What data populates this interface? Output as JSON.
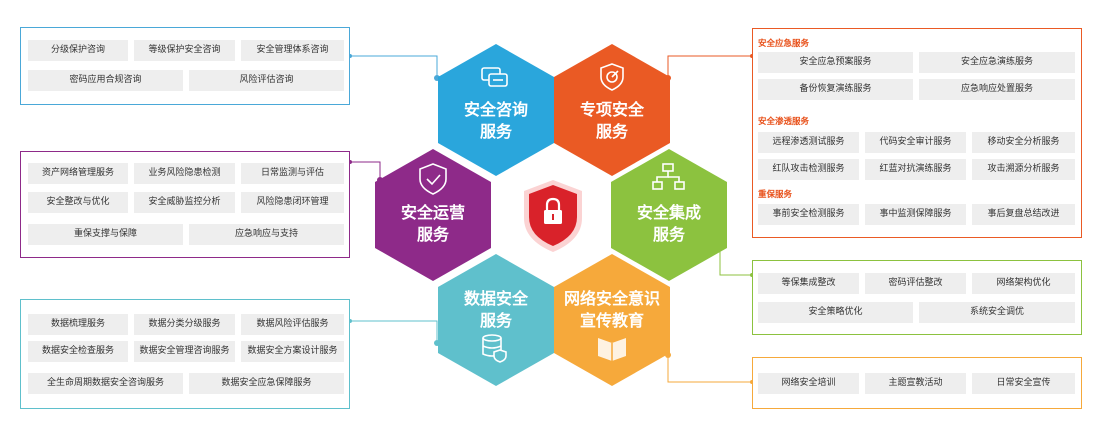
{
  "hexes": {
    "consult": {
      "line1": "安全咨询",
      "line2": "服务",
      "color": "#2aa6dc",
      "icon": "chat-bubbles-icon"
    },
    "special": {
      "line1": "专项安全",
      "line2": "服务",
      "color": "#ea5a24",
      "icon": "target-shield-icon"
    },
    "ops": {
      "line1": "安全运营",
      "line2": "服务",
      "color": "#8e2a89",
      "icon": "check-shield-icon"
    },
    "integration": {
      "line1": "安全集成",
      "line2": "服务",
      "color": "#8cc23f",
      "icon": "network-hierarchy-icon"
    },
    "data": {
      "line1": "数据安全",
      "line2": "服务",
      "color": "#5fc0cc",
      "icon": "database-shield-icon"
    },
    "awareness": {
      "line1": "网络安全意识",
      "line2": "宣传教育",
      "color": "#f6a93b",
      "icon": "book-icon"
    },
    "center": {
      "icon": "lock-shield-icon",
      "color": "#d9222a"
    }
  },
  "consult_panel": {
    "color": "#4aa8d8",
    "items": [
      "分级保护咨询",
      "等级保护安全咨询",
      "安全管理体系咨询",
      "密码应用合规咨询",
      "风险评估咨询"
    ]
  },
  "ops_panel": {
    "color": "#8e2a89",
    "items": [
      "资产网络管理服务",
      "业务风险隐患检测",
      "日常监测与评估",
      "安全整改与优化",
      "安全威胁监控分析",
      "风险隐患闭环管理",
      "重保支撑与保障",
      "应急响应与支持"
    ]
  },
  "data_panel": {
    "color": "#5fc0cc",
    "items": [
      "数据梳理服务",
      "数据分类分级服务",
      "数据风险评估服务",
      "数据安全检查服务",
      "数据安全管理咨询服务",
      "数据安全方案设计服务",
      "全生命周期数据安全咨询服务",
      "数据安全应急保障服务"
    ]
  },
  "special_panel": {
    "color": "#ea5a24",
    "groups": [
      {
        "title": "安全应急服务",
        "items": [
          "安全应急预案服务",
          "安全应急演练服务",
          "备份恢复演练服务",
          "应急响应处置服务"
        ]
      },
      {
        "title": "安全渗透服务",
        "items": [
          "远程渗透测试服务",
          "代码安全审计服务",
          "移动安全分析服务",
          "红队攻击检测服务",
          "红蓝对抗演练服务",
          "攻击溯源分析服务"
        ]
      },
      {
        "title": "重保服务",
        "items": [
          "事前安全检测服务",
          "事中监测保障服务",
          "事后复盘总结改进"
        ]
      }
    ]
  },
  "integration_panel": {
    "color": "#8cc23f",
    "items": [
      "等保集成整改",
      "密码评估整改",
      "网络架构优化",
      "安全策略优化",
      "系统安全调优"
    ]
  },
  "awareness_panel": {
    "color": "#f6a93b",
    "items": [
      "网络安全培训",
      "主题宣教活动",
      "日常安全宣传"
    ]
  }
}
